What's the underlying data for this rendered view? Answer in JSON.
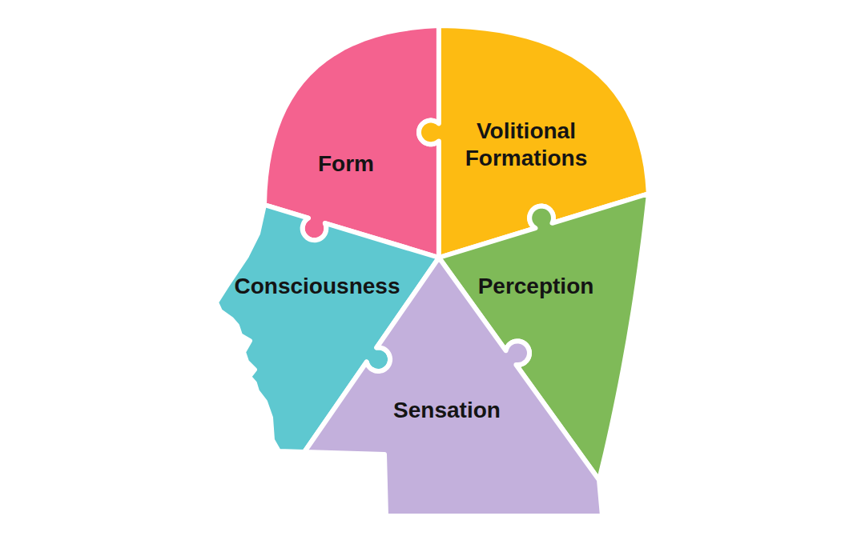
{
  "diagram": {
    "nodes": [
      {
        "text": [
          "Form"
        ]
      },
      {
        "text": [
          "Volitional Formations"
        ]
      },
      {
        "text": [
          "Consciousness"
        ]
      },
      {
        "text": [
          "Perception"
        ]
      },
      {
        "text": [
          "Sensation"
        ]
      }
    ]
  }
}
